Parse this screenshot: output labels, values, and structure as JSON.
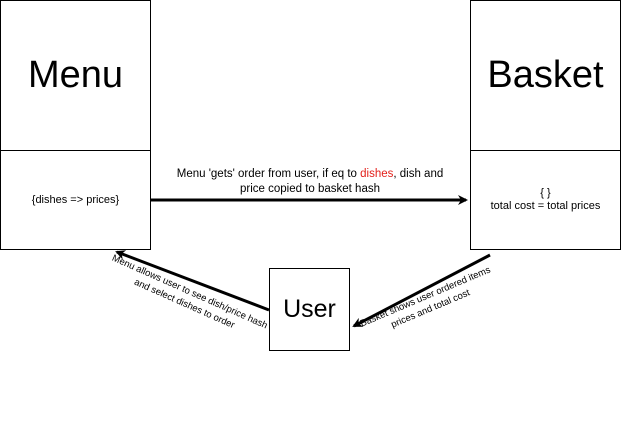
{
  "menu": {
    "title": "Menu",
    "attributes": "{dishes => prices}"
  },
  "basket": {
    "title": "Basket",
    "attributes_line1": "{ }",
    "attributes_line2": "total cost = total prices"
  },
  "user": {
    "title": "User"
  },
  "edges": {
    "menu_to_basket": {
      "part1": "Menu 'gets' order from user, if eq to ",
      "highlight": "dishes",
      "part2": ", dish and",
      "line2": "price copied to basket hash"
    },
    "user_to_menu": {
      "line1": "Menu allows user to see dish/price hash",
      "line2": "and select dishes to order"
    },
    "basket_to_user": {
      "line1": "Basket shows user ordered items",
      "line2": "prices and total cost"
    }
  },
  "colors": {
    "stroke": "#000000",
    "highlight": "#e3201b"
  }
}
